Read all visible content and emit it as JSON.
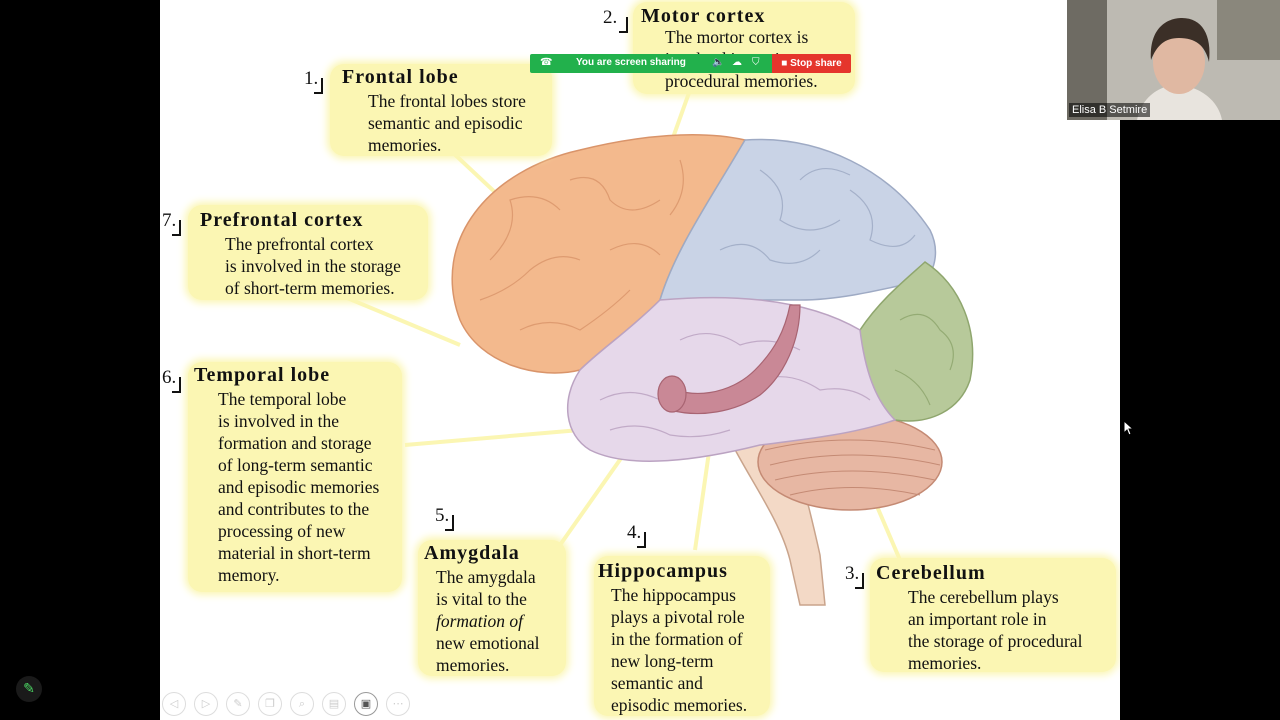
{
  "share_bar": {
    "status_text": "You are screen sharing",
    "stop_label": "Stop share",
    "bar_color": "#22b14c",
    "stop_color": "#e5352c"
  },
  "participant": {
    "name": "Elisa B Setmire"
  },
  "slide": {
    "labels": [
      {
        "id": "frontal",
        "number": "1.",
        "title": "Frontal lobe",
        "lines": [
          "The frontal lobes store",
          "semantic and episodic",
          "memories."
        ]
      },
      {
        "id": "motor",
        "number": "2.",
        "title": "Motor cortex",
        "lines": [
          "The mortor cortex is",
          "involved in storing",
          "procedural memories."
        ]
      },
      {
        "id": "cerebellum",
        "number": "3.",
        "title": "Cerebellum",
        "lines": [
          "The cerebellum plays",
          "an important role in",
          "the storage of procedural",
          "memories."
        ]
      },
      {
        "id": "hippocampus",
        "number": "4.",
        "title": "Hippocampus",
        "lines": [
          "The hippocampus",
          "plays a pivotal role",
          "in the formation of",
          "new long-term",
          "semantic and",
          "episodic memories."
        ]
      },
      {
        "id": "amygdala",
        "number": "5.",
        "title": "Amygdala",
        "lines": [
          "The amygdala",
          "is vital to the",
          "formation of",
          "new emotional",
          "memories."
        ]
      },
      {
        "id": "temporal",
        "number": "6.",
        "title": "Temporal lobe",
        "lines": [
          "The temporal lobe",
          "is involved in the",
          "formation and storage",
          "of long-term semantic",
          "and episodic memories",
          "and contributes to the",
          "processing of new",
          "material in short-term",
          "memory."
        ]
      },
      {
        "id": "prefrontal",
        "number": "7.",
        "title": "Prefrontal cortex",
        "lines": [
          "The prefrontal cortex",
          "is involved in the storage",
          "of short-term memories."
        ]
      }
    ],
    "colors": {
      "label_box": "#fbf6b3",
      "frontal_lobe": "#f3b98d",
      "parietal_lobe": "#c9d3e6",
      "occipital_lobe": "#b7c99a",
      "temporal_lobe": "#e6d8ea",
      "cerebellum": "#e7b7a3",
      "hippocampus": "#c98896"
    }
  },
  "toolbar": {
    "icons": [
      "back-icon",
      "forward-icon",
      "pen-icon",
      "copy-icon",
      "zoom-icon",
      "slides-icon",
      "video-icon",
      "more-icon"
    ]
  }
}
